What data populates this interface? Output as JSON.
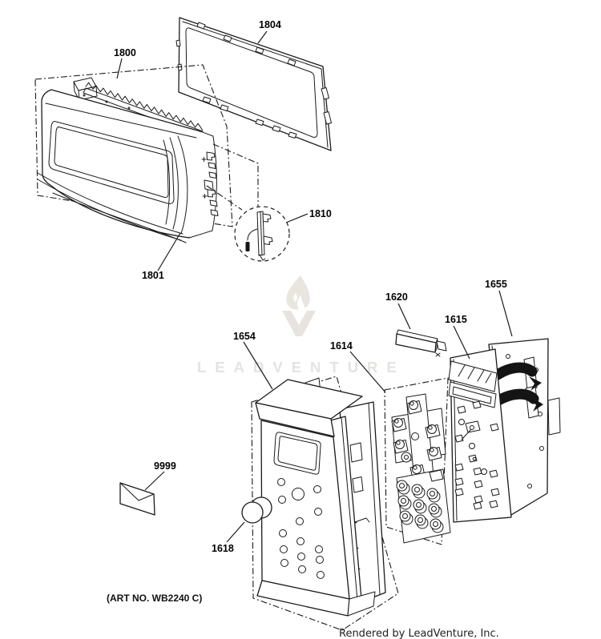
{
  "watermark": {
    "brand": "LEADVENTURE"
  },
  "art_number": "(ART NO. WB2240 C)",
  "footer_credit": "Rendered by LeadVenture, Inc.",
  "colors": {
    "line": "#1a1a1a",
    "strap_dark": "#141414",
    "watermark_text": "#e4e3e0",
    "watermark_flame": "#e9e5df",
    "background": "#ffffff"
  },
  "part_labels": [
    {
      "id": "1800",
      "text": "1800"
    },
    {
      "id": "1804",
      "text": "1804"
    },
    {
      "id": "1801",
      "text": "1801"
    },
    {
      "id": "1810",
      "text": "1810"
    },
    {
      "id": "1620",
      "text": "1620"
    },
    {
      "id": "1615",
      "text": "1615"
    },
    {
      "id": "1655",
      "text": "1655"
    },
    {
      "id": "1654",
      "text": "1654"
    },
    {
      "id": "1614",
      "text": "1614"
    },
    {
      "id": "1618",
      "text": "1618"
    },
    {
      "id": "9999",
      "text": "9999"
    }
  ]
}
